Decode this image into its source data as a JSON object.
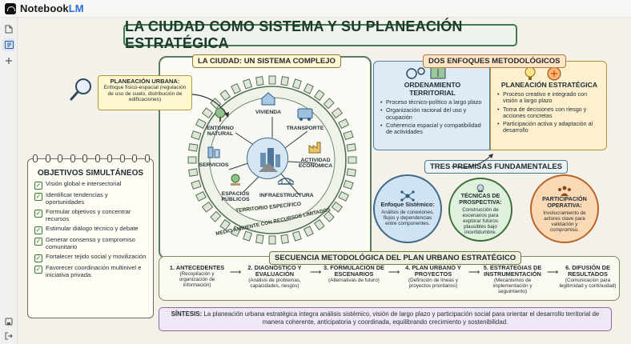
{
  "app": {
    "name_main": "Notebook",
    "name_accent": "LM"
  },
  "sidebar": {
    "items": [
      {
        "icon": "document-icon"
      },
      {
        "icon": "panel-icon",
        "active": true
      },
      {
        "icon": "plus-icon"
      }
    ],
    "bottom": [
      {
        "icon": "save-icon"
      },
      {
        "icon": "exit-icon"
      }
    ]
  },
  "infographic": {
    "title": "LA CIUDAD COMO SISTEMA Y SU PLANEACIÓN ESTRATÉGICA",
    "complex": {
      "tag": "LA CIUDAD: UN SISTEMA COMPLEJO",
      "nodes": {
        "vivienda": "VIVIENDA",
        "entorno": "ENTORNO NATURAL",
        "transporte": "TRANSPORTE",
        "servicios": "SERVICIOS",
        "actividad": "ACTIVIDAD ECONÓMICA",
        "espacios": "ESPACIOS PÚBLICOS",
        "infra": "INFRAESTRUCTURA"
      },
      "ring_inner": "TERRITORIO ESPECÍFICO",
      "ring_outer": "MEDIO AMBIENTE CON RECURSOS LIMITADOS"
    },
    "planeacion": {
      "heading": "PLANEACIÓN URBANA:",
      "body": "Enfoque físico-espacial (regulación de uso de suelo, distribución de edificaciones)"
    },
    "objetivos": {
      "heading": "OBJETIVOS SIMULTÁNEOS",
      "items": [
        "Visión global e intersectorial",
        "Identificar tendencias y oportunidades",
        "Formular objetivos y concentrar recursos",
        "Estimular diálogo técnico y debate",
        "Generar consenso y compromiso comunitario",
        "Fortalecer tejido social y movilización",
        "Favorecer coordinación multinivel e iniciativa privada."
      ]
    },
    "enfoques": {
      "tag": "DOS ENFOQUES METODOLÓGICOS",
      "ordenamiento": {
        "heading": "ORDENAMIENTO TERRITORIAL",
        "items": [
          "Proceso técnico-político a largo plazo",
          "Organización racional del uso y ocupación",
          "Coherencia espacial y compatibilidad de actividades"
        ]
      },
      "planeacion": {
        "heading": "PLANEACIÓN ESTRATÉGICA",
        "items": [
          "Proceso creativo e integrado con visión a largo plazo",
          "Toma de decisiones con riesgo y acciones concretas",
          "Participación activa y adaptación al desarrollo"
        ]
      }
    },
    "premisas": {
      "tag": "TRES PREMISAS FUNDAMENTALES",
      "items": [
        {
          "heading": "Enfoque Sistémico:",
          "body": "Análisis de conexiones, flujos y dependencias entre componentes."
        },
        {
          "heading": "TÉCNICAS DE PROSPECTIVA:",
          "body": "Construcción de escenarios para explorar futuros plausibles bajo incertidumbre."
        },
        {
          "heading": "PARTICIPACIÓN OPERATIVA:",
          "body": "Involucramiento de actores clave para validación y compromiso."
        }
      ]
    },
    "secuencia": {
      "tag": "SECUENCIA METODOLÓGICA DEL PLAN URBANO ESTRATÉGICO",
      "steps": [
        {
          "heading": "1. ANTECEDENTES",
          "body": "(Recopilación y organización de información)"
        },
        {
          "heading": "2. DIAGNÓSTICO Y EVALUACIÓN",
          "body": "(Análisis de problemas, capacidades, riesgos)"
        },
        {
          "heading": "3. FORMULACIÓN DE ESCENARIOS",
          "body": "(Alternativas de futuro)"
        },
        {
          "heading": "4. PLAN URBANO Y PROYECTOS",
          "body": "(Definición de líneas y proyectos prioritarios)"
        },
        {
          "heading": "5. ESTRATEGIAS DE INSTRUMENTACIÓN",
          "body": "(Mecanismos de implementación y seguimiento)"
        },
        {
          "heading": "6. DIFUSIÓN DE RESULTADOS",
          "body": "(Comunicación para legitimidad y continuidad)"
        }
      ]
    },
    "sintesis": {
      "label": "SÍNTESIS:",
      "text": "La planeación urbana estratégica integra análisis sistémico, visión de largo plazo y participación social para orientar el desarrollo territorial de manera coherente, anticipatoria y coordinada, equilibrando crecimiento y sostenibilidad."
    }
  }
}
